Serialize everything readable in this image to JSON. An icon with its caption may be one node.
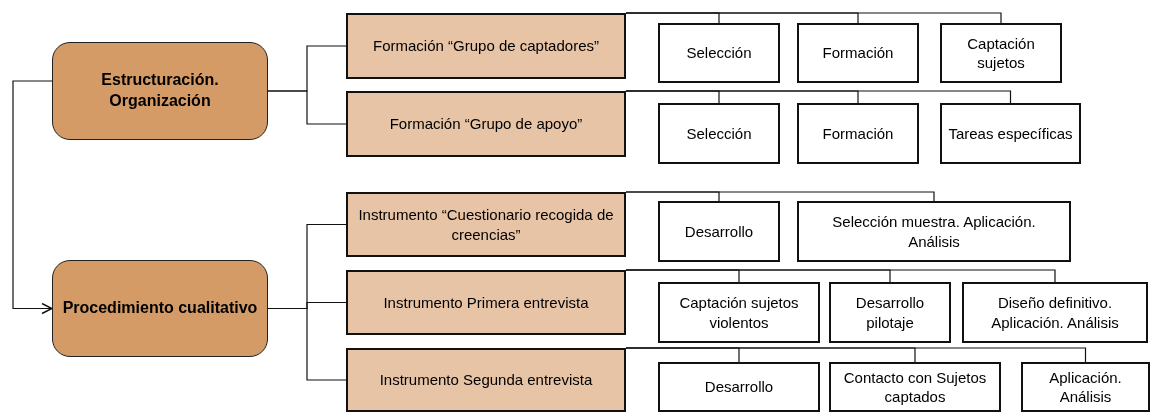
{
  "diagram": {
    "nodes": [
      {
        "text": [
          "Estructuración. Organización"
        ]
      },
      {
        "text": [
          "Procedimiento cualitativo"
        ]
      },
      {
        "text": [
          "Formación “Grupo de captadores”"
        ]
      },
      {
        "text": [
          "Formación “Grupo de apoyo”"
        ]
      },
      {
        "text": [
          "Instrumento “Cuestionario recogida de creencias”"
        ]
      },
      {
        "text": [
          "Instrumento Primera entrevista"
        ]
      },
      {
        "text": [
          "Instrumento Segunda entrevista"
        ]
      },
      {
        "text": [
          "Selección"
        ]
      },
      {
        "text": [
          "Formación"
        ]
      },
      {
        "text": [
          "Captación sujetos"
        ]
      },
      {
        "text": [
          "Selección"
        ]
      },
      {
        "text": [
          "Formación"
        ]
      },
      {
        "text": [
          "Tareas específicas"
        ]
      },
      {
        "text": [
          "Desarrollo"
        ]
      },
      {
        "text": [
          "Selección muestra. Aplicación. Análisis"
        ]
      },
      {
        "text": [
          "Captación sujetos violentos"
        ]
      },
      {
        "text": [
          "Desarrollo pilotaje"
        ]
      },
      {
        "text": [
          "Diseño definitivo. Aplicación. Análisis"
        ]
      },
      {
        "text": [
          "Desarrollo"
        ]
      },
      {
        "text": [
          "Contacto con Sujetos captados"
        ]
      },
      {
        "text": [
          "Aplicación. Análisis"
        ]
      }
    ],
    "edges": [
      {
        "from": 0,
        "to": 1,
        "arrow": "to"
      },
      {
        "from": 0,
        "to": 2,
        "arrow": "none"
      },
      {
        "from": 0,
        "to": 3,
        "arrow": "none"
      },
      {
        "from": 1,
        "to": 4,
        "arrow": "none"
      },
      {
        "from": 1,
        "to": 5,
        "arrow": "none"
      },
      {
        "from": 1,
        "to": 6,
        "arrow": "none"
      },
      {
        "from": 2,
        "to": 7,
        "arrow": "none"
      },
      {
        "from": 2,
        "to": 8,
        "arrow": "none"
      },
      {
        "from": 2,
        "to": 9,
        "arrow": "none"
      },
      {
        "from": 3,
        "to": 10,
        "arrow": "none"
      },
      {
        "from": 3,
        "to": 11,
        "arrow": "none"
      },
      {
        "from": 3,
        "to": 12,
        "arrow": "none"
      },
      {
        "from": 4,
        "to": 13,
        "arrow": "none"
      },
      {
        "from": 4,
        "to": 14,
        "arrow": "none"
      },
      {
        "from": 5,
        "to": 15,
        "arrow": "none"
      },
      {
        "from": 5,
        "to": 16,
        "arrow": "none"
      },
      {
        "from": 5,
        "to": 17,
        "arrow": "none"
      },
      {
        "from": 6,
        "to": 18,
        "arrow": "none"
      },
      {
        "from": 6,
        "to": 19,
        "arrow": "none"
      },
      {
        "from": 6,
        "to": 20,
        "arrow": "none"
      }
    ]
  }
}
